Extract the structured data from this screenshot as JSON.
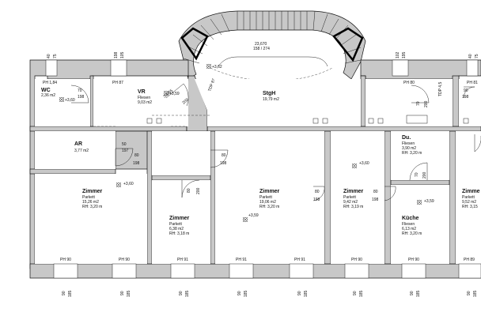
{
  "rooms": [
    {
      "name": "WC",
      "area": "2,36 m2"
    },
    {
      "name": "VR",
      "floor": "Fliesen",
      "area": "9,03 m2"
    },
    {
      "name": "StgH",
      "area": "19,79 m2"
    },
    {
      "name": "AR",
      "area": "3,77 m2"
    },
    {
      "name": "Zimmer",
      "floor": "Parkett",
      "area": "15,26 m2",
      "height": "RH: 3,20 m"
    },
    {
      "name": "Zimmer",
      "floor": "Parkett",
      "area": "6,38 m2",
      "height": "RH: 3,18 m"
    },
    {
      "name": "Zimmer",
      "floor": "Parkett",
      "area": "19,06 m2",
      "height": "RH: 3,20 m"
    },
    {
      "name": "Zimmer",
      "floor": "Parkett",
      "area": "9,42 m2",
      "height": "RH: 3,19 m"
    },
    {
      "name": "Du.",
      "floor": "Fliesen",
      "area": "3,90 m2",
      "height": "RH: 3,20 m"
    },
    {
      "name": "Küche",
      "floor": "Fliesen",
      "area": "6,13 m2",
      "height": "RH: 3,20 m"
    },
    {
      "name": "Zimme",
      "floor": "Parkett",
      "area": "9,52 m2",
      "height": "RH: 3,15"
    }
  ],
  "stair": {
    "steps": "23,670",
    "ratio": "158 / 274"
  },
  "levels": {
    "wc": "+3,60",
    "vr_a": "+3,59",
    "vr_b": "+3,59",
    "stgh_arc": "+3,62",
    "z1": "+3,60",
    "z3": "+3,59",
    "z4": "+3,60",
    "kueche": "+3,59"
  },
  "parapets": {
    "top_ph184": "PH 1,84",
    "top_ph87": "PH 87",
    "top_ph80": "PH 80",
    "top_ph81": "PH 81",
    "b1": "PH 90",
    "b2": "PH 90",
    "b3": "PH 91",
    "b4": "PH 91",
    "b5": "PH 91",
    "b6": "PH 90",
    "b7": "PH 90",
    "b8": "PH 89"
  },
  "top_dims": [
    {
      "a": "40",
      "b": "75"
    },
    {
      "a": "198",
      "b": "105"
    },
    {
      "a": "102",
      "b": "195"
    },
    {
      "a": "40",
      "b": "75"
    }
  ],
  "door_dims": {
    "wc_w": "70",
    "wc_h": "198",
    "vr_w": "200",
    "vr_h": "70",
    "ar_w": "50",
    "ar_h": "197",
    "ar_door_w": "80",
    "ar_door_h": "198",
    "z2_door_w": "80",
    "z2_door_h": "198",
    "z2_w": "80",
    "z2_h": "200",
    "z3_door_w": "80",
    "z3_door_h": "198",
    "z4_door_w": "80",
    "z4_door_h": "198",
    "du_w": "70",
    "du_h": "200",
    "ku_w": "70",
    "ku_h": "200",
    "top_right_w": "70",
    "top_right_h": "200",
    "far_right_w": "90",
    "far_right_h": "198",
    "stgh_tdp": "TDP 87",
    "top_tdp": "TDP 4,5",
    "vr_small": "3,5/65",
    "vr_small_b": "TDP",
    "wc_door_left": "70",
    "wc_door_right": "198"
  },
  "bottom_dims": [
    {
      "a": "90",
      "b": "185"
    },
    {
      "a": "90",
      "b": "185"
    },
    {
      "a": "90",
      "b": "185"
    },
    {
      "a": "90",
      "b": "185"
    },
    {
      "a": "90",
      "b": "185"
    },
    {
      "a": "90",
      "b": "185"
    },
    {
      "a": "90",
      "b": "185"
    },
    {
      "a": "90",
      "b": "185"
    }
  ]
}
